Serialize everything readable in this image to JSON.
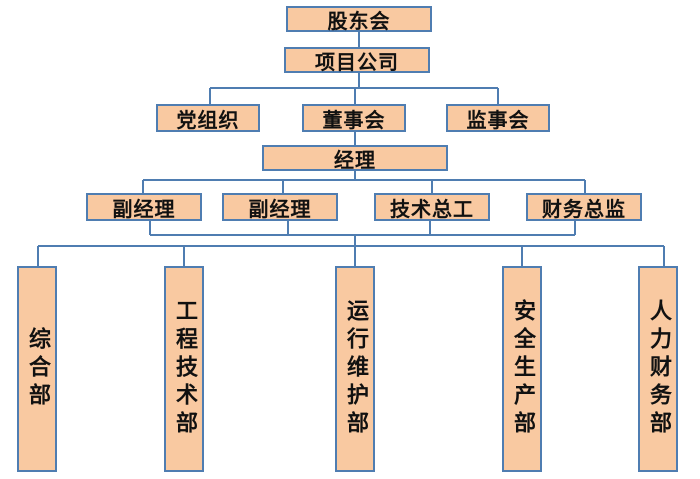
{
  "org_chart": {
    "shareholders": "股东会",
    "project_company": "项目公司",
    "party_org": "党组织",
    "board_of_directors": "董事会",
    "board_of_supervisors": "监事会",
    "manager": "经理",
    "deputy_manager_1": "副经理",
    "deputy_manager_2": "副经理",
    "chief_engineer": "技术总工",
    "finance_director": "财务总监",
    "departments": [
      "综合部",
      "工程技术部",
      "运行维护部",
      "安全生产部",
      "人力财务部"
    ]
  },
  "colors": {
    "box_fill": "#f9c9a1",
    "box_border": "#4f7db1",
    "connector": "#4f7db1"
  }
}
